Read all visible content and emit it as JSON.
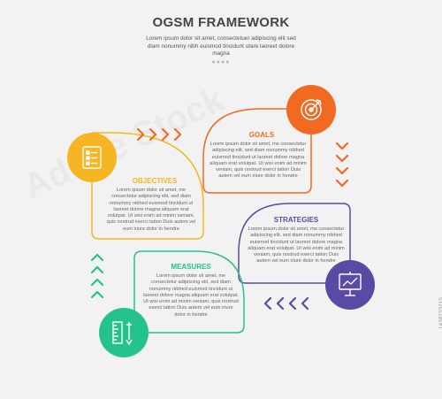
{
  "header": {
    "title": "OGSM FRAMEWORK",
    "subtitle": "Lorem ipsum dolor sit amet, consectetuer adipiscing elit sed diam nonummy nibh euismod tincidunt utare laoreet dolore magna",
    "dots": "●●●●"
  },
  "colors": {
    "objectives": "#f6b623",
    "goals": "#f26a21",
    "strategies": "#5b4aa3",
    "measures": "#25c28e"
  },
  "sections": {
    "objectives": {
      "title": "OBJECTIVES",
      "text": "Lorem ipsum dolor sit amet, me consectetur adipiscing elit, sed diam nonummy nibhed euismod tincidunt ut laoreet dolore magna aliquam erat volutpat. Ut wisi enim ad minim veniam, quis nostrud exerci tation Duis autem vel eum iriure dolor in hendre",
      "icon": "checklist-icon"
    },
    "goals": {
      "title": "GOALS",
      "text": "Lorem ipsum dolor sit amet, me consectetur adipiscing elit, sed diam nonummy nibhed euismod tincidunt ut laoreet dolore magna aliquam erat volutpat. Ut wisi enim ad minim veniam, quis nostrud exerci tation Duis autem vel eum iriure dolor in hendre",
      "icon": "target-icon"
    },
    "strategies": {
      "title": "STRATEGIES",
      "text": "Lorem ipsum dolor sit amet, me consectetur adipiscing elit, sed diam nonummy nibhed euismod tincidunt ut laoreet dolore magna aliquam erat volutpat. Ut wisi enim ad minim veniam, quis nostrud exerci tation Duis autem vel eum iriure dolor in hendre",
      "icon": "presentation-board-icon"
    },
    "measures": {
      "title": "MEASURES",
      "text": "Lorem ipsum dolor sit amet, me consectetur adipiscing elit, sed diam nonummy nibhed euismod tincidunt ut laoreet dolore magna aliquam erat volutpat. Ut wisi enim ad minim veniam, quis nostrud exerci tation Duis autem vel eum iriure dolor in hendre",
      "icon": "ruler-pencil-icon"
    }
  },
  "watermark": "Adobe Stock",
  "stock_id": "1438733215"
}
